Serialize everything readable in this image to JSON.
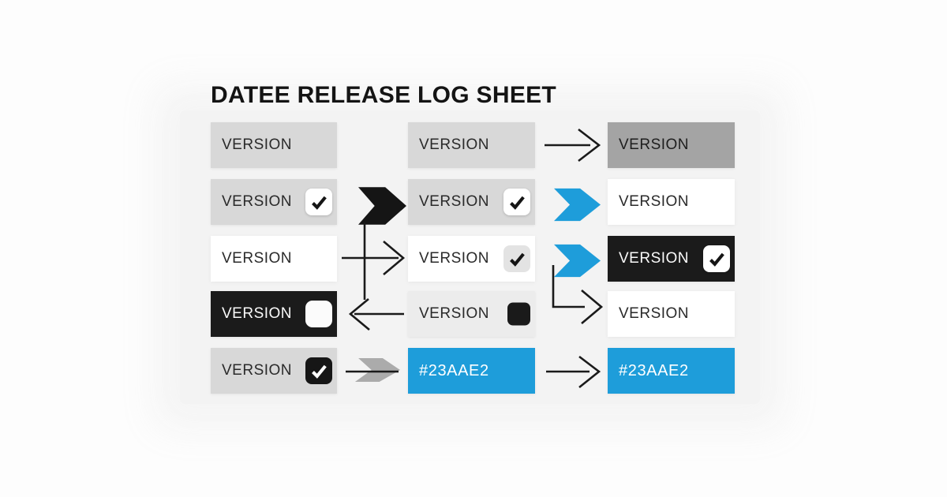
{
  "title": "DATEE RELEASE LOG SHEET",
  "colors": {
    "accent_blue": "#1E9DDA",
    "blue_hex_label": "#23AAE2",
    "box_light_gray": "#D8D8D8",
    "box_lighter_gray": "#ECECEC",
    "box_dark_gray": "#A4A4A4",
    "box_black": "#1B1B1B",
    "box_white": "#FFFFFF",
    "line_black": "#1A1A1A",
    "arrow_gray": "#ABABAB"
  },
  "cells": [
    {
      "row": 1,
      "col": 1,
      "label": "VERSION",
      "style": "light-gray",
      "checkbox": null
    },
    {
      "row": 1,
      "col": 2,
      "label": "VERSION",
      "style": "light-gray",
      "checkbox": null
    },
    {
      "row": 1,
      "col": 3,
      "label": "VERSION",
      "style": "dark-gray",
      "checkbox": null
    },
    {
      "row": 2,
      "col": 1,
      "label": "VERSION",
      "style": "light-gray",
      "checkbox": "checked-white"
    },
    {
      "row": 2,
      "col": 2,
      "label": "VERSION",
      "style": "light-gray",
      "checkbox": "checked-white"
    },
    {
      "row": 2,
      "col": 3,
      "label": "VERSION",
      "style": "white",
      "checkbox": null
    },
    {
      "row": 3,
      "col": 1,
      "label": "VERSION",
      "style": "white",
      "checkbox": null
    },
    {
      "row": 3,
      "col": 2,
      "label": "VERSION",
      "style": "white",
      "checkbox": "checked-gray"
    },
    {
      "row": 3,
      "col": 3,
      "label": "VERSION",
      "style": "black",
      "checkbox": "checked-white"
    },
    {
      "row": 4,
      "col": 1,
      "label": "VERSION",
      "style": "black",
      "checkbox": "empty-white"
    },
    {
      "row": 4,
      "col": 2,
      "label": "VERSION",
      "style": "lighter-gray",
      "checkbox": "filled-black"
    },
    {
      "row": 4,
      "col": 3,
      "label": "VERSION",
      "style": "white",
      "checkbox": null
    },
    {
      "row": 5,
      "col": 1,
      "label": "VERSION",
      "style": "light-gray",
      "checkbox": "checked-inverse"
    },
    {
      "row": 5,
      "col": 2,
      "label": "#23AAE2",
      "style": "blue",
      "checkbox": null
    },
    {
      "row": 5,
      "col": 3,
      "label": "#23AAE2",
      "style": "blue",
      "checkbox": null
    }
  ],
  "icons": {
    "check-icon": "✔",
    "thick-arrow-right-icon": "➤",
    "thin-arrow-right-icon": "→",
    "thin-arrow-left-icon": "←",
    "elbow-arrow-down-right-icon": "↳",
    "gray-chevron-arrow-icon": "»"
  },
  "arrows": [
    {
      "name": "thin-right",
      "row": 1,
      "from": "col2",
      "to": "col3",
      "color": "black"
    },
    {
      "name": "thick-right",
      "row": 2,
      "from": "col1",
      "to": "col2",
      "color": "black"
    },
    {
      "name": "thick-right",
      "row": 2,
      "from": "col2",
      "to": "col3",
      "color": "blue"
    },
    {
      "name": "vertical-connector",
      "from": "row2-thick-arrow",
      "to": "row4-left-arrow",
      "color": "black"
    },
    {
      "name": "thin-right-crossed",
      "row": 3,
      "from": "col1",
      "to": "col2",
      "color": "black"
    },
    {
      "name": "thick-right",
      "row": 3,
      "from": "col2",
      "to": "col3",
      "color": "blue"
    },
    {
      "name": "thin-left",
      "row": 4,
      "from": "col2",
      "to": "col1",
      "color": "black"
    },
    {
      "name": "elbow-down-right",
      "from": "row3-blue-arrow",
      "to": "row4-col3",
      "color": "black"
    },
    {
      "name": "gray-chevron-right",
      "row": 5,
      "from": "col1",
      "to": "col2",
      "color": "gray"
    },
    {
      "name": "thin-right",
      "row": 5,
      "from": "col2",
      "to": "col3",
      "color": "black"
    }
  ]
}
